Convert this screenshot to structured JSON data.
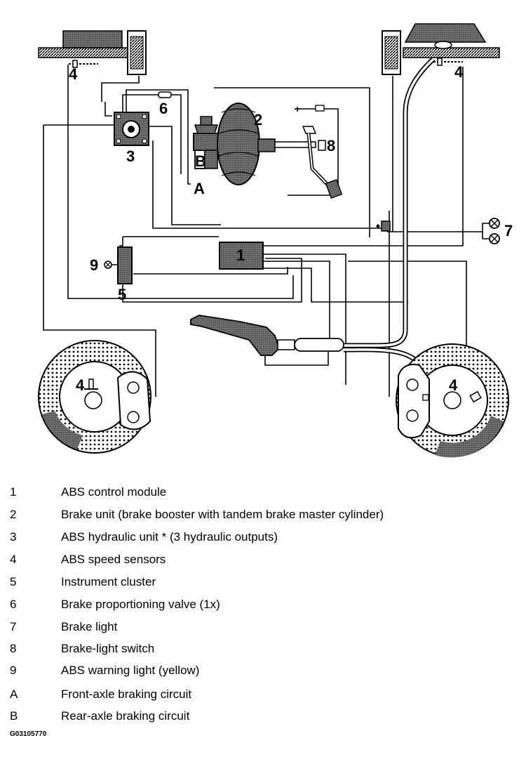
{
  "diagram": {
    "callouts": {
      "n1": "1",
      "n2": "2",
      "n3": "3",
      "n4a": "4",
      "n4b": "4",
      "n4c": "4",
      "n4d": "4",
      "n5": "5",
      "n6": "6",
      "n7": "7",
      "n8": "8",
      "n9": "9",
      "nA": "A",
      "nB": "B",
      "plus": "+"
    }
  },
  "legend": [
    {
      "key": "1",
      "text": "ABS control module"
    },
    {
      "key": "2",
      "text": "Brake unit (brake booster with tandem brake master cylinder)"
    },
    {
      "key": "3",
      "text": "ABS hydraulic unit * (3 hydraulic outputs)"
    },
    {
      "key": "4",
      "text": "ABS speed sensors"
    },
    {
      "key": "5",
      "text": "Instrument cluster"
    },
    {
      "key": "6",
      "text": "Brake proportioning valve (1x)"
    },
    {
      "key": "7",
      "text": "Brake light"
    },
    {
      "key": "8",
      "text": "Brake-light switch"
    },
    {
      "key": "9",
      "text": "ABS warning light (yellow)"
    },
    {
      "key": "A",
      "text": "Front-axle braking circuit"
    },
    {
      "key": "B",
      "text": "Rear-axle braking circuit"
    }
  ],
  "figure_id": "G03105770"
}
